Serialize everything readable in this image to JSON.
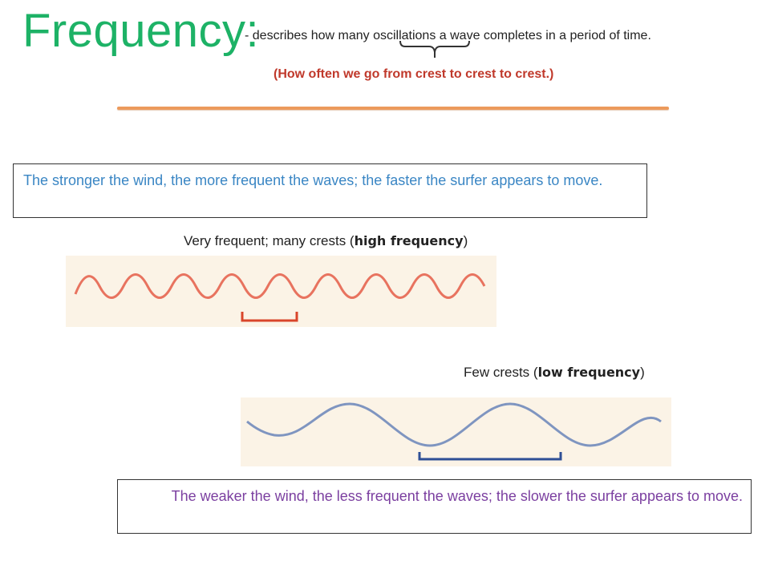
{
  "title": "Frequency:",
  "definition": "- describes how many oscillations a wave completes in a period of time.",
  "clarification": "(How often we go from crest to crest to crest.)",
  "strong_wind_note": "The stronger the wind, the more frequent the waves; the faster the surfer appears to move.",
  "high": {
    "prefix": "Very frequent; many crests (",
    "emphasis": "high frequency",
    "suffix": ")"
  },
  "low": {
    "prefix": "Few crests (",
    "emphasis": "low frequency",
    "suffix": ")"
  },
  "weak_wind_note": "The weaker the wind, the less frequent the waves; the slower the surfer appears to move.",
  "colors": {
    "title": "#1db266",
    "clarification": "#c0392b",
    "divider": "#ec9a5c",
    "strong_note": "#3a86c4",
    "weak_note": "#7b3fa0",
    "high_wave": "#e8735f",
    "high_bracket": "#d9452a",
    "low_wave": "#7f95c0",
    "low_bracket": "#2e4f96",
    "wave_background": "#fbf3e6"
  }
}
